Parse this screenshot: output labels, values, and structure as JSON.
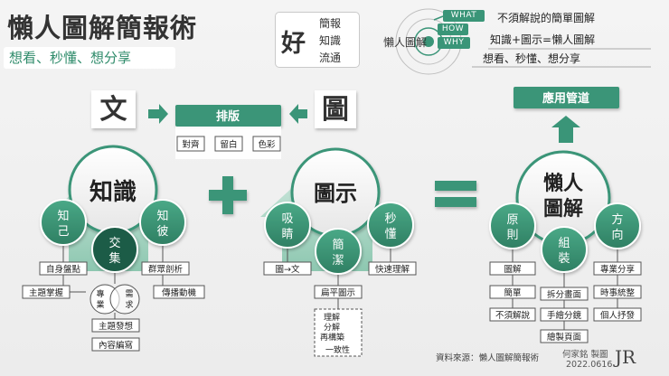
{
  "header": {
    "title": "懶人圖解簡報術",
    "subtitle": "想看、秒懂、想分享"
  },
  "hao": {
    "big": "好",
    "items": [
      "簡報",
      "知識",
      "流通"
    ]
  },
  "why": {
    "label": "懶人圖解",
    "tags": [
      "WHAT",
      "HOW",
      "WHY"
    ],
    "lines": [
      "不須解說的簡單圖解",
      "知識+圖示=懶人圖解",
      "想看、秒懂、想分享"
    ]
  },
  "text_block": {
    "title": "文",
    "core": "知識",
    "left": "知己",
    "right": "知彼",
    "bottom": "交集",
    "inner": [
      "專業",
      "需求"
    ],
    "boxes": [
      "自身盤點",
      "主題掌握",
      "群眾剖析",
      "傳播動機",
      "主題發想",
      "內容編寫"
    ]
  },
  "layout_block": {
    "title": "排版",
    "items": [
      "對齊",
      "留白",
      "色彩"
    ]
  },
  "image_block": {
    "title": "圖",
    "core": "圖示",
    "left": "吸睛",
    "right": "秒懂",
    "bottom": "簡潔",
    "boxes": [
      "圖→文",
      "快速理解",
      "扁平圖示"
    ],
    "list": [
      "理解",
      "分解",
      "再構築",
      "一致性"
    ]
  },
  "lazy_block": {
    "top": "應用管道",
    "core": [
      "懶人",
      "圖解"
    ],
    "left": "原則",
    "right": "方向",
    "bottom": "組裝",
    "boxes": [
      "圖解",
      "簡單",
      "不須解說",
      "專業分享",
      "時事統整",
      "個人抒發",
      "拆分畫面",
      "手繪分鏡",
      "繪製頁面"
    ]
  },
  "footer": {
    "source": "資料來源：懶人圖解簡報術",
    "author": "何家銘 製圖",
    "date": "2022.0616",
    "logo": "JR"
  },
  "colors": {
    "green": "#3a9578",
    "dark_green": "#1f5c46",
    "light_green": "#b5dccd",
    "text": "#333333"
  }
}
